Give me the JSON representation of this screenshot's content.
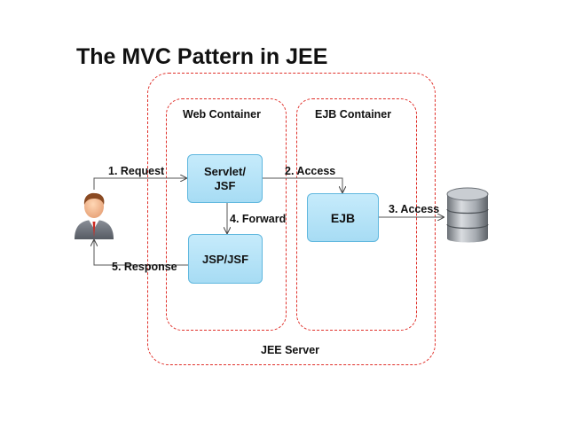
{
  "title": "The MVC Pattern in JEE",
  "containers": {
    "web": "Web Container",
    "ejb": "EJB Container",
    "server": "JEE Server"
  },
  "components": {
    "servlet": "Servlet/\nJSF",
    "jsp": "JSP/JSF",
    "ejb": "EJB"
  },
  "flows": {
    "request": "1. Request",
    "access_ejb": "2. Access",
    "access_db": "3. Access",
    "forward": "4. Forward",
    "response": "5. Response"
  },
  "icons": {
    "user": "user-icon",
    "database": "database-icon"
  },
  "colors": {
    "accent_red": "#e0302a",
    "box_fill": "#b6e3f8",
    "box_border": "#5fb7de"
  }
}
